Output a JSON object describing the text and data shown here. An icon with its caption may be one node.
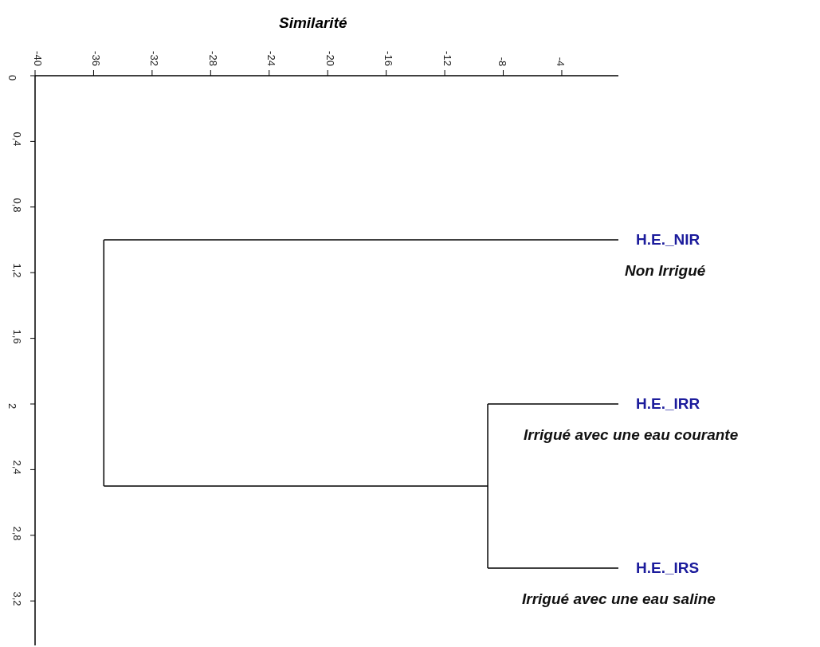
{
  "diagram": {
    "nodes": [
      {
        "text": [
          "H.E._NIR"
        ],
        "beside": [
          "Non Irrigué"
        ]
      },
      {
        "text": [
          "H.E._IRR"
        ],
        "beside": [
          "Irrigué avec une eau courante"
        ]
      },
      {
        "text": [
          "H.E._IRS"
        ],
        "beside": [
          "Irrigué avec une eau saline"
        ]
      },
      {
        "text": [],
        "shape": "bar"
      },
      {
        "text": [],
        "shape": "bar"
      }
    ],
    "edges": [
      {
        "from": 3,
        "to": 1,
        "arrow": "none"
      },
      {
        "from": 3,
        "to": 2,
        "arrow": "none"
      },
      {
        "from": 4,
        "to": 0,
        "arrow": "none"
      },
      {
        "from": 4,
        "to": 3,
        "arrow": "none"
      }
    ],
    "labels": [
      "Similarité",
      "-40",
      "-36",
      "-32",
      "-28",
      "-24",
      "-20",
      "-16",
      "-12",
      "-8",
      "-4",
      "0",
      "0,4",
      "0,8",
      "1,2",
      "1,6",
      "2",
      "2,4",
      "2,8",
      "3,2"
    ]
  }
}
